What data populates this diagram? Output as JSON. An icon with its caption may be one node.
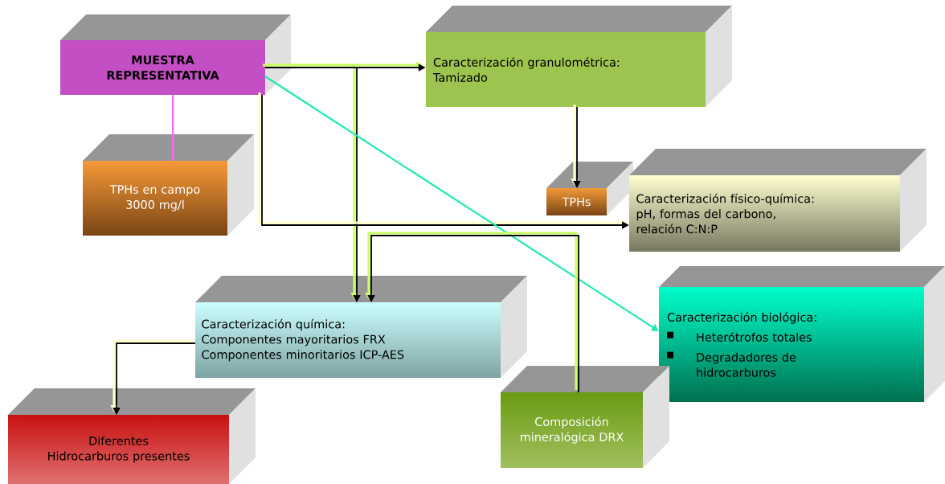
{
  "diagram": {
    "nodes": [
      {
        "text": [
          "MUESTRA REPRESENTATIVA"
        ]
      },
      {
        "text": [
          "TPHs en campo 3000 mg/l"
        ]
      },
      {
        "text": [
          "Caracterización granulométrica:",
          "Tamizado"
        ]
      },
      {
        "text": [
          "TPHs"
        ]
      },
      {
        "text": [
          "Caracterización físico-química:",
          "pH, formas del carbono,",
          "relación C:N:P"
        ]
      },
      {
        "text": [
          "Caracterización química:",
          "Componentes mayoritarios FRX",
          "Componentes minoritarios ICP-AES"
        ]
      },
      {
        "text": [
          "Caracterización biológica:",
          "Heterótrofos totales",
          "Degradadores de hidrocarburos"
        ]
      },
      {
        "text": [
          "Diferentes",
          "Hidrocarburos presentes"
        ]
      },
      {
        "text": [
          "Composición mineralógica DRX"
        ]
      }
    ],
    "edges": [
      {
        "from": 0,
        "to": 1,
        "arrow": "none",
        "color": "#ff66ff"
      },
      {
        "from": 0,
        "to": 2,
        "arrow": "to"
      },
      {
        "from": 0,
        "to": 5,
        "arrow": "to"
      },
      {
        "from": 0,
        "to": 4,
        "arrow": "to",
        "color": "#ffffcc"
      },
      {
        "from": 0,
        "to": 6,
        "arrow": "to",
        "color": "#1de9b6"
      },
      {
        "from": 2,
        "to": 3,
        "arrow": "to",
        "color": "#ffffcc"
      },
      {
        "from": 8,
        "to": 5,
        "arrow": "to"
      },
      {
        "from": 5,
        "to": 7,
        "arrow": "to",
        "color": "#ffffcc"
      }
    ]
  }
}
